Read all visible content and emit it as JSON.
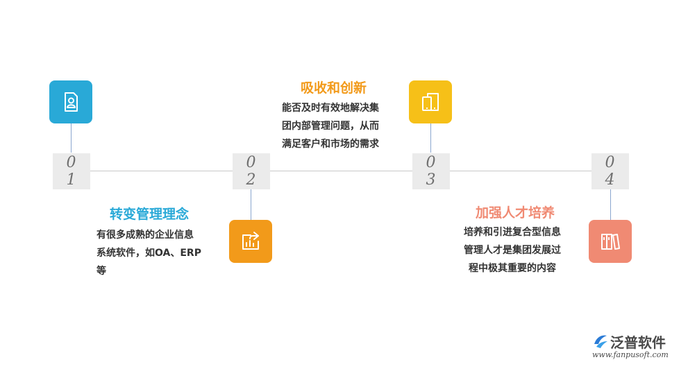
{
  "steps": [
    {
      "number_top": "0",
      "number_bottom": "1",
      "title": "转变管理理念",
      "description": [
        "有很多成熟的企业信息",
        "系统软件，如OA、ERP",
        "等"
      ],
      "color": "#29a9d7",
      "icon": "user-document-icon"
    },
    {
      "number_top": "0",
      "number_bottom": "2",
      "title": "吸收和创新",
      "description": [
        "能否及时有效地解决集",
        "团内部管理问题，从而",
        "满足客户和市场的需求"
      ],
      "color": "#f29a1a",
      "icon": "chart-export-icon"
    },
    {
      "number_top": "0",
      "number_bottom": "3",
      "title": "",
      "description": [],
      "color": "#f6c018",
      "icon": "tablet-devices-icon"
    },
    {
      "number_top": "0",
      "number_bottom": "4",
      "title": "加强人才培养",
      "description": [
        "培养和引进复合型信息",
        "管理人才是集团发展过",
        "程中极其重要的内容"
      ],
      "color": "#f08a73",
      "icon": "book-shelf-icon"
    }
  ],
  "logo": {
    "name": "泛普软件",
    "url": "www.fanpusoft.com",
    "icon": "fanpu-logo-icon"
  }
}
